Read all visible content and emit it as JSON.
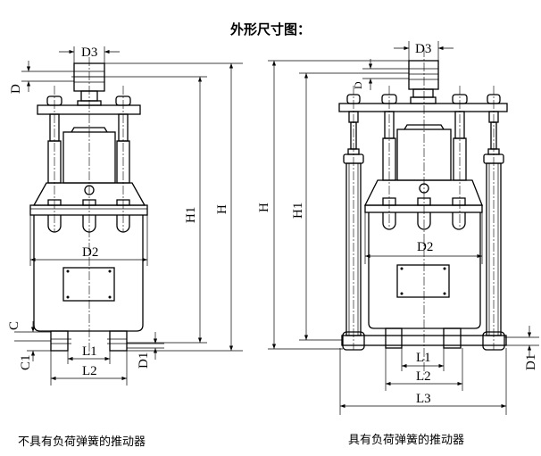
{
  "title": "外形尺寸图：",
  "left_drawing": {
    "caption": "不具有负荷弹簧的推动器",
    "labels": {
      "D3": "D3",
      "D": "D",
      "H1": "H1",
      "H": "H",
      "D2": "D2",
      "C": "C",
      "C1": "C1",
      "L1": "L1",
      "L2": "L2",
      "D1": "D1"
    }
  },
  "right_drawing": {
    "caption": "具有负荷弹簧的推动器",
    "labels": {
      "D3": "D3",
      "D": "D",
      "H": "H",
      "H1": "H1",
      "D2": "D2",
      "L1": "L1",
      "L2": "L2",
      "L3": "L3",
      "D1": "D1"
    }
  }
}
